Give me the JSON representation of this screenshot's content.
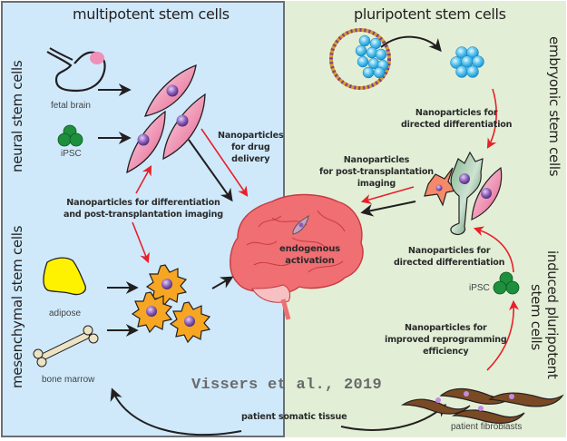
{
  "figure": {
    "panels": {
      "left": {
        "title": "multipotent stem cells",
        "color": "#cfe9fb"
      },
      "right": {
        "title": "pluripotent stem cells",
        "color": "#e2efd6"
      }
    },
    "side_labels": {
      "neural": "neural stem cells",
      "mesenchymal": "mesenchymal stem cells",
      "embryonic": "embryonic stem cells",
      "induced_line1": "induced pluripotent",
      "induced_line2": "stem cells"
    },
    "sources": {
      "fetal_brain": "fetal brain",
      "ipsc_left": "iPSC",
      "adipose": "adipose",
      "bone_marrow": "bone marrow",
      "ipsc_right": "iPSC",
      "patient_fibroblasts": "patient fibroblasts",
      "patient_somatic_tissue": "patient somatic tissue"
    },
    "annotations": {
      "drug_delivery": [
        "Nanoparticles",
        "for drug",
        "delivery"
      ],
      "diff_imaging": [
        "Nanoparticles for differentiation",
        "and post-transplantation imaging"
      ],
      "directed_diff_top": [
        "Nanoparticles for",
        "directed differentiation"
      ],
      "post_transplant": [
        "Nanoparticles",
        "for post-transplantation",
        "imaging"
      ],
      "directed_diff_bottom": [
        "Nanoparticles for",
        "directed differentiation"
      ],
      "reprogramming": [
        "Nanoparticles for",
        "improved reprogramming",
        "efficiency"
      ],
      "endogenous": [
        "endogenous",
        "activation"
      ]
    },
    "citation": "Vissers et al., 2019",
    "colors": {
      "nanoparticle_arrow": "#e8202a",
      "process_arrow": "#231f20",
      "brain": "#ef6f73",
      "neural_cell": "#ee8fb0",
      "msc_cell": "#f6a623",
      "ipsc": "#1e8f3c",
      "esc_cluster": "#29a8e0",
      "fibroblast": "#7a4a24",
      "nucleus": "#8b5bb4"
    }
  }
}
